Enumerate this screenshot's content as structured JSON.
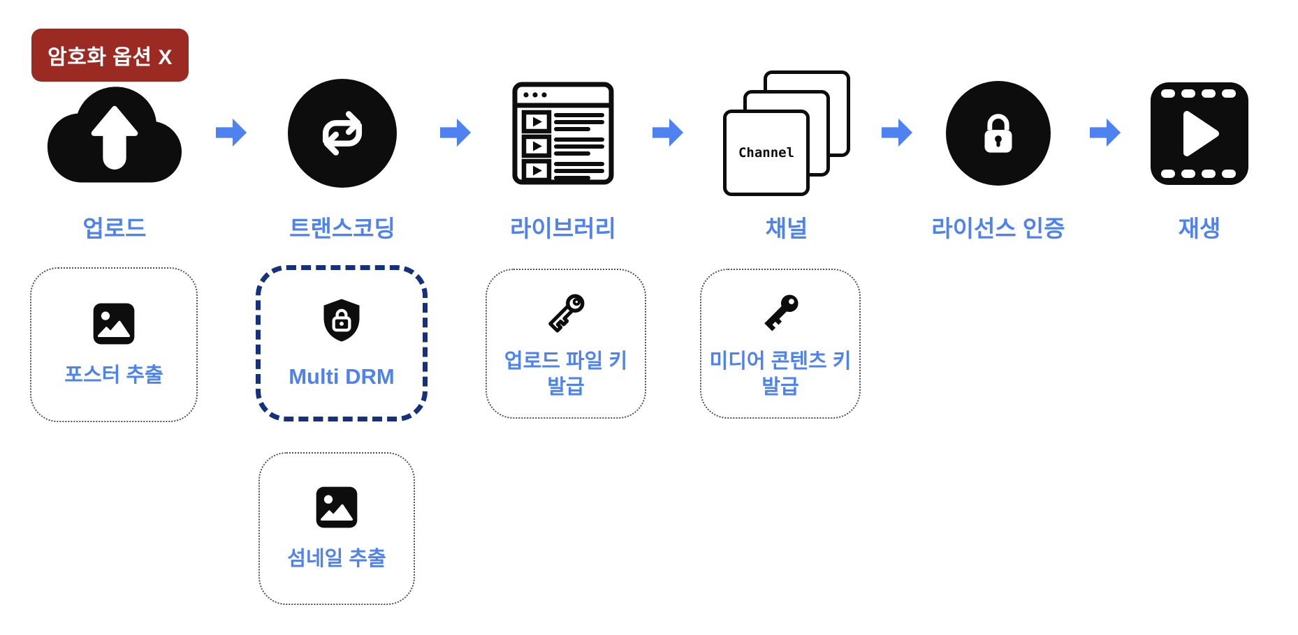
{
  "badge": {
    "label": "암호화 옵션 X",
    "bg_color": "#9a2a22",
    "text_color": "#ffffff"
  },
  "colors": {
    "accent_blue": "#4e82f0",
    "badge_red": "#9a2a22",
    "drm_border_navy": "#15317d",
    "icon_black": "#0d0d0d"
  },
  "flow": {
    "stages": [
      {
        "label": "업로드",
        "icon": "cloud-upload-icon"
      },
      {
        "label": "트랜스코딩",
        "icon": "transcode-repeat-icon"
      },
      {
        "label": "라이브러리",
        "icon": "video-library-icon"
      },
      {
        "label": "채널",
        "icon": "channel-stack-icon",
        "card_text": "Channel"
      },
      {
        "label": "라이선스 인증",
        "icon": "license-lock-icon"
      },
      {
        "label": "재생",
        "icon": "film-play-icon"
      }
    ],
    "arrow_icon": "right-arrow-icon",
    "arrow_count": 5
  },
  "sub_boxes": [
    {
      "label": "포스터 추출",
      "icon": "image-icon",
      "style": "dotted"
    },
    {
      "label": "Multi DRM",
      "icon": "shield-lock-icon",
      "style": "dashed-navy"
    },
    {
      "label": "업로드 파일 키 발급",
      "icon": "key-outline-icon",
      "style": "dotted"
    },
    {
      "label": "미디어 콘텐츠 키 발급",
      "icon": "key-solid-icon",
      "style": "dotted"
    },
    {
      "label": "섬네일 추출",
      "icon": "image-icon",
      "style": "dotted"
    }
  ]
}
